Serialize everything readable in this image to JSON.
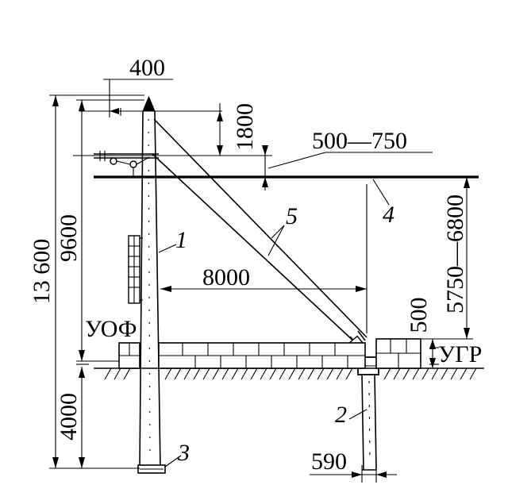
{
  "dimensions": {
    "total_height": "13 600",
    "upper_height": "9600",
    "depth": "4000",
    "top_offset": "400",
    "bracket_height": "1800",
    "wire_gap": "500—750",
    "span": "8000",
    "wire_height": "5750—6800",
    "plinth": "500",
    "footing_width": "590"
  },
  "levels": {
    "foundation": "УОФ",
    "ground": "УГР"
  },
  "callouts": {
    "pole": "1",
    "foundation_block": "2",
    "base_plate": "3",
    "contact_wire": "4",
    "guy_rods": "5"
  }
}
